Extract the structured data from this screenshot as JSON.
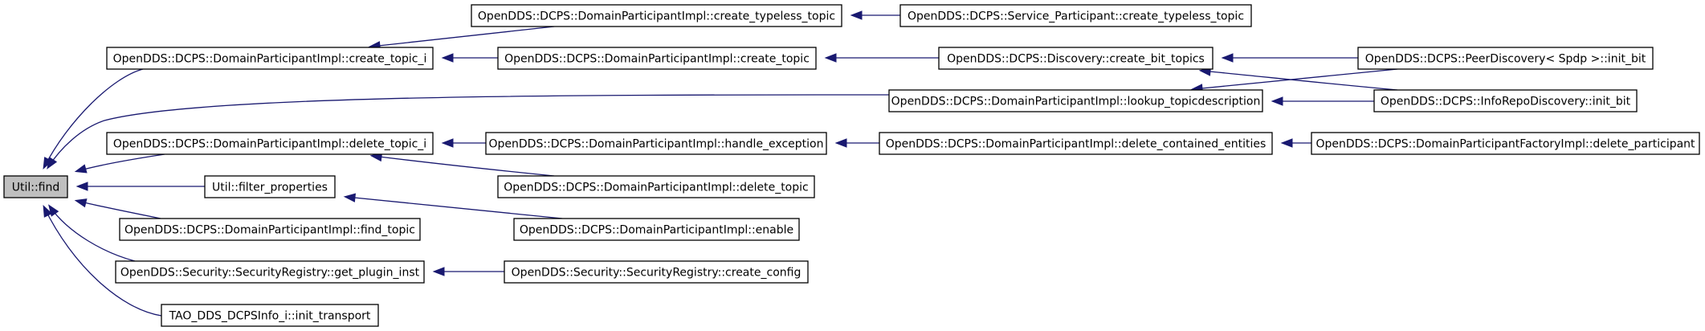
{
  "diagram": {
    "kind": "doxygen-caller-graph",
    "edge_color": "#191970",
    "root_fill": "#bfbfbf",
    "nodes": [
      {
        "id": "find",
        "label": "Util::find",
        "root": true
      },
      {
        "id": "create_topic_i",
        "label": "OpenDDS::DCPS::DomainParticipantImpl::create_topic_i"
      },
      {
        "id": "delete_topic_i",
        "label": "OpenDDS::DCPS::DomainParticipantImpl::delete_topic_i"
      },
      {
        "id": "filter_properties",
        "label": "Util::filter_properties"
      },
      {
        "id": "find_topic",
        "label": "OpenDDS::DCPS::DomainParticipantImpl::find_topic"
      },
      {
        "id": "get_plugin_inst",
        "label": "OpenDDS::Security::SecurityRegistry::get_plugin_inst"
      },
      {
        "id": "init_transport",
        "label": "TAO_DDS_DCPSInfo_i::init_transport"
      },
      {
        "id": "create_typeless_topic",
        "label": "OpenDDS::DCPS::DomainParticipantImpl::create_typeless_topic"
      },
      {
        "id": "create_topic",
        "label": "OpenDDS::DCPS::DomainParticipantImpl::create_topic"
      },
      {
        "id": "handle_exception",
        "label": "OpenDDS::DCPS::DomainParticipantImpl::handle_exception"
      },
      {
        "id": "delete_topic",
        "label": "OpenDDS::DCPS::DomainParticipantImpl::delete_topic"
      },
      {
        "id": "enable",
        "label": "OpenDDS::DCPS::DomainParticipantImpl::enable"
      },
      {
        "id": "create_config",
        "label": "OpenDDS::Security::SecurityRegistry::create_config"
      },
      {
        "id": "service_create_typeless_topic",
        "label": "OpenDDS::DCPS::Service_Participant::create_typeless_topic"
      },
      {
        "id": "create_bit_topics",
        "label": "OpenDDS::DCPS::Discovery::create_bit_topics"
      },
      {
        "id": "lookup_topicdescription",
        "label": "OpenDDS::DCPS::DomainParticipantImpl::lookup_topicdescription"
      },
      {
        "id": "delete_contained_entities",
        "label": "OpenDDS::DCPS::DomainParticipantImpl::delete_contained_entities"
      },
      {
        "id": "peer_init_bit",
        "label": "OpenDDS::DCPS::PeerDiscovery< Spdp >::init_bit"
      },
      {
        "id": "inforepo_init_bit",
        "label": "OpenDDS::DCPS::InfoRepoDiscovery::init_bit"
      },
      {
        "id": "delete_participant",
        "label": "OpenDDS::DCPS::DomainParticipantFactoryImpl::delete_participant"
      }
    ],
    "edges": [
      {
        "from": "create_topic_i",
        "to": "find"
      },
      {
        "from": "lookup_topicdescription",
        "to": "find"
      },
      {
        "from": "delete_topic_i",
        "to": "find"
      },
      {
        "from": "filter_properties",
        "to": "find"
      },
      {
        "from": "find_topic",
        "to": "find"
      },
      {
        "from": "get_plugin_inst",
        "to": "find"
      },
      {
        "from": "init_transport",
        "to": "find"
      },
      {
        "from": "create_typeless_topic",
        "to": "create_topic_i"
      },
      {
        "from": "create_topic",
        "to": "create_topic_i"
      },
      {
        "from": "service_create_typeless_topic",
        "to": "create_typeless_topic"
      },
      {
        "from": "create_bit_topics",
        "to": "create_topic"
      },
      {
        "from": "peer_init_bit",
        "to": "create_bit_topics"
      },
      {
        "from": "inforepo_init_bit",
        "to": "create_bit_topics"
      },
      {
        "from": "peer_init_bit",
        "to": "lookup_topicdescription"
      },
      {
        "from": "inforepo_init_bit",
        "to": "lookup_topicdescription"
      },
      {
        "from": "handle_exception",
        "to": "delete_topic_i"
      },
      {
        "from": "delete_topic",
        "to": "delete_topic_i"
      },
      {
        "from": "delete_contained_entities",
        "to": "handle_exception"
      },
      {
        "from": "delete_participant",
        "to": "delete_contained_entities"
      },
      {
        "from": "enable",
        "to": "filter_properties"
      },
      {
        "from": "create_config",
        "to": "get_plugin_inst"
      }
    ]
  }
}
